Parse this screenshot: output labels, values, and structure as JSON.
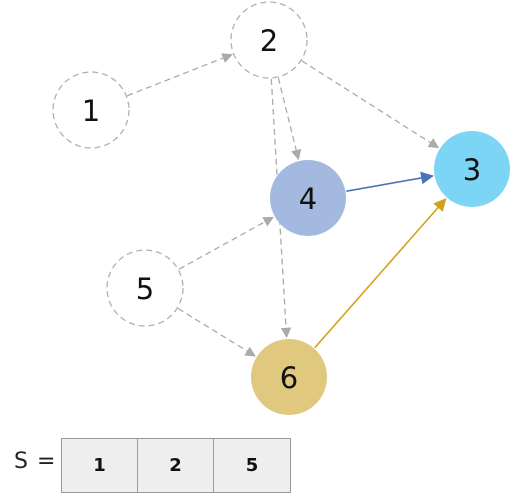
{
  "nodes": [
    {
      "id": "1",
      "label": "1",
      "state": "visited",
      "fill": "#ffffff"
    },
    {
      "id": "2",
      "label": "2",
      "state": "visited",
      "fill": "#ffffff"
    },
    {
      "id": "3",
      "label": "3",
      "state": "active",
      "fill": "#7dd5f5"
    },
    {
      "id": "4",
      "label": "4",
      "state": "active",
      "fill": "#a3b9e0"
    },
    {
      "id": "5",
      "label": "5",
      "state": "visited",
      "fill": "#ffffff"
    },
    {
      "id": "6",
      "label": "6",
      "state": "active",
      "fill": "#e0c87e"
    }
  ],
  "edges": [
    {
      "from": "1",
      "to": "2",
      "style": "dashed",
      "color": "#aaaaaa"
    },
    {
      "from": "2",
      "to": "3",
      "style": "dashed",
      "color": "#aaaaaa"
    },
    {
      "from": "2",
      "to": "4",
      "style": "dashed",
      "color": "#aaaaaa"
    },
    {
      "from": "2",
      "to": "6",
      "style": "dashed",
      "color": "#aaaaaa"
    },
    {
      "from": "5",
      "to": "4",
      "style": "dashed",
      "color": "#aaaaaa"
    },
    {
      "from": "5",
      "to": "6",
      "style": "dashed",
      "color": "#aaaaaa"
    },
    {
      "from": "4",
      "to": "3",
      "style": "solid",
      "color": "#4a73b8"
    },
    {
      "from": "6",
      "to": "3",
      "style": "solid",
      "color": "#d4a017"
    }
  ],
  "stack": {
    "label": "S =",
    "items": [
      "1",
      "2",
      "5"
    ]
  }
}
